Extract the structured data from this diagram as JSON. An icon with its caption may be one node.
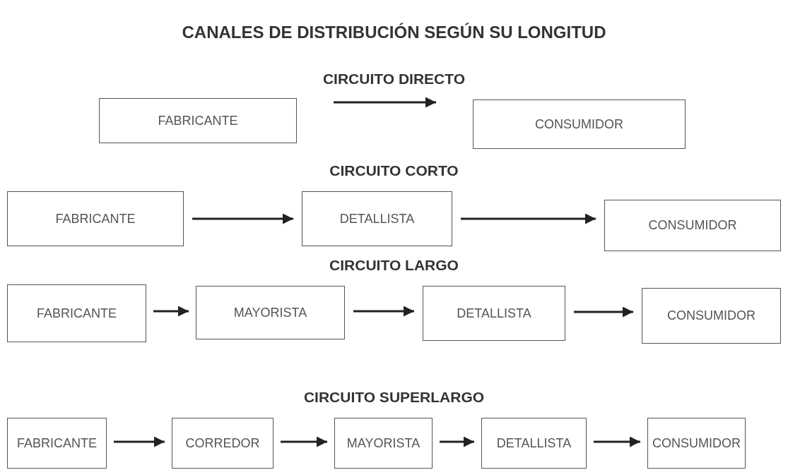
{
  "diagram": {
    "title": "CANALES DE DISTRIBUCIÓN SEGÚN SU LONGITUD",
    "nodes": [
      {
        "text": [
          "FABRICANTE"
        ]
      },
      {
        "text": [
          "CONSUMIDOR"
        ]
      },
      {
        "text": [
          "FABRICANTE"
        ]
      },
      {
        "text": [
          "DETALLISTA"
        ]
      },
      {
        "text": [
          "CONSUMIDOR"
        ]
      },
      {
        "text": [
          "FABRICANTE"
        ]
      },
      {
        "text": [
          "MAYORISTA"
        ]
      },
      {
        "text": [
          "DETALLISTA"
        ]
      },
      {
        "text": [
          "CONSUMIDOR"
        ]
      },
      {
        "text": [
          "FABRICANTE"
        ]
      },
      {
        "text": [
          "CORREDOR"
        ]
      },
      {
        "text": [
          "MAYORISTA"
        ]
      },
      {
        "text": [
          "DETALLISTA"
        ]
      },
      {
        "text": [
          "CONSUMIDOR"
        ]
      }
    ],
    "edges": [
      {
        "from": 0,
        "to": 1,
        "arrow": "to"
      },
      {
        "from": 2,
        "to": 3,
        "arrow": "to"
      },
      {
        "from": 3,
        "to": 4,
        "arrow": "to"
      },
      {
        "from": 5,
        "to": 6,
        "arrow": "to"
      },
      {
        "from": 6,
        "to": 7,
        "arrow": "to"
      },
      {
        "from": 7,
        "to": 8,
        "arrow": "to"
      },
      {
        "from": 9,
        "to": 10,
        "arrow": "to"
      },
      {
        "from": 10,
        "to": 11,
        "arrow": "to"
      },
      {
        "from": 11,
        "to": 12,
        "arrow": "to"
      },
      {
        "from": 12,
        "to": 13,
        "arrow": "to"
      }
    ],
    "labels": [
      "CIRCUITO DIRECTO",
      "CIRCUITO CORTO",
      "CIRCUITO LARGO",
      "CIRCUITO SUPERLARGO"
    ]
  }
}
